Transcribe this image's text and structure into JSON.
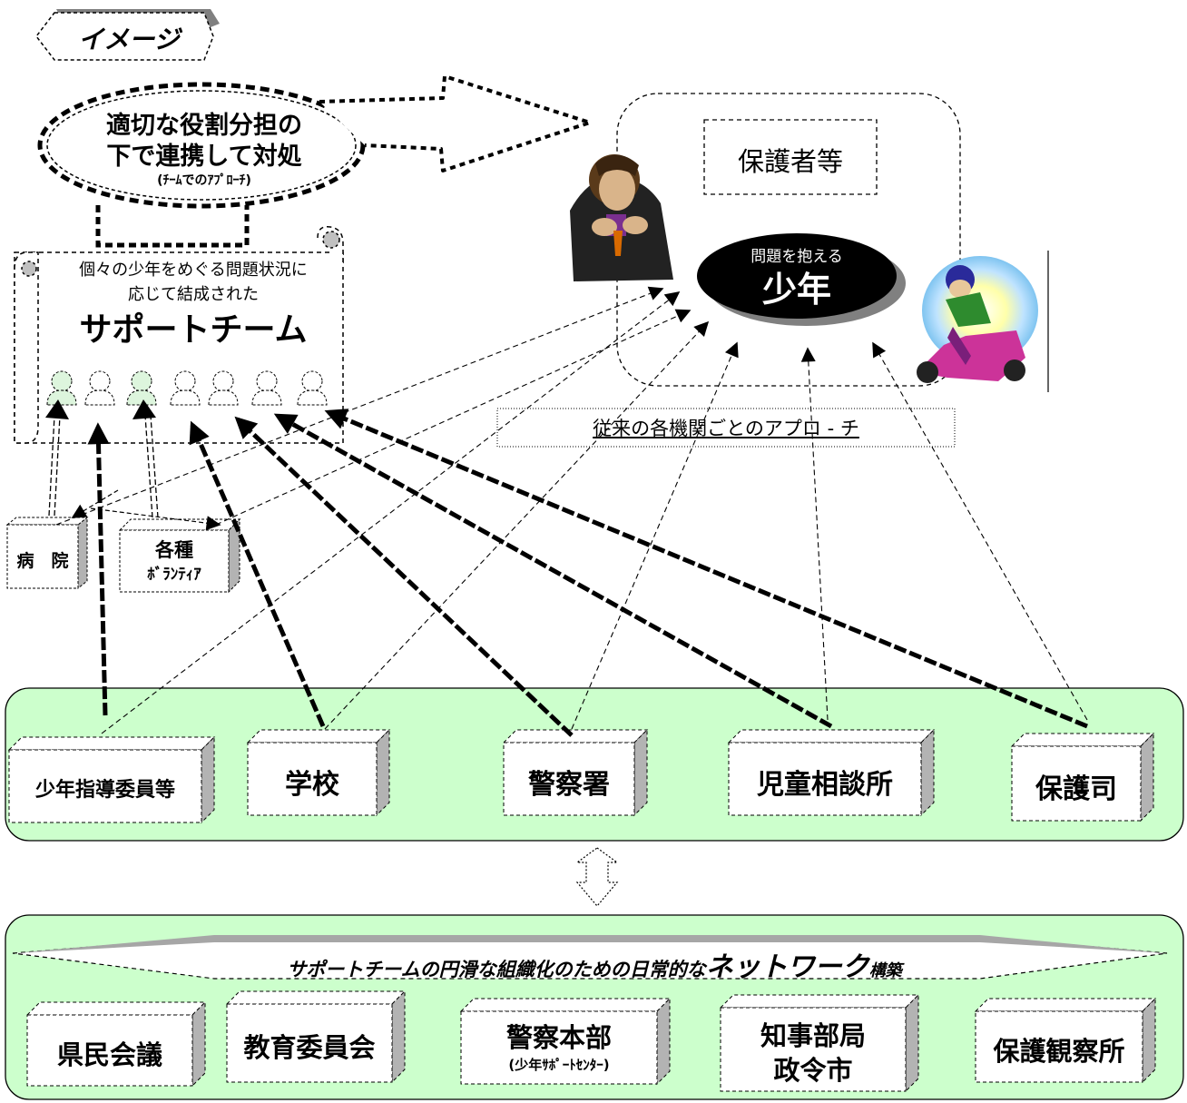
{
  "image_label": "イメージ",
  "approach": {
    "line1": "適切な役割分担の",
    "line2": "下で連携して対処",
    "line3": "(ﾁｰﾑでのｱﾌﾟﾛｰﾁ)"
  },
  "support_team": {
    "caption1": "個々の少年をめぐる問題状況に",
    "caption2": "応じて結成された",
    "title": "サポートチーム"
  },
  "guardian": "保護者等",
  "youth": {
    "caption": "問題を抱える",
    "label": "少年"
  },
  "conventional_label": "従来の各機関ごとのアプロ - チ",
  "side_agencies": {
    "hospital": "病　院",
    "volunteer1": "各種",
    "volunteer2": "ﾎﾞﾗﾝﾃｨｱ"
  },
  "agencies": [
    "少年指導委員等",
    "学校",
    "警察署",
    "児童相談所",
    "保護司"
  ],
  "network": {
    "banner_prefix": "サポートチームの円滑な組織化のための日常的な",
    "banner_emph": "ネットワーク",
    "banner_suffix": "構築",
    "orgs": [
      "県民会議",
      "教育委員会",
      "警察本部",
      "知事部局",
      "保護観察所"
    ],
    "police_sub": "(少年ｻﾎﾟｰﾄｾﾝﾀｰ)",
    "governor_line2": "政令市"
  },
  "colors": {
    "panel_fill": "#ccffcc",
    "youth_fill": "#000000",
    "box_shadow": "#b3b3b3"
  }
}
